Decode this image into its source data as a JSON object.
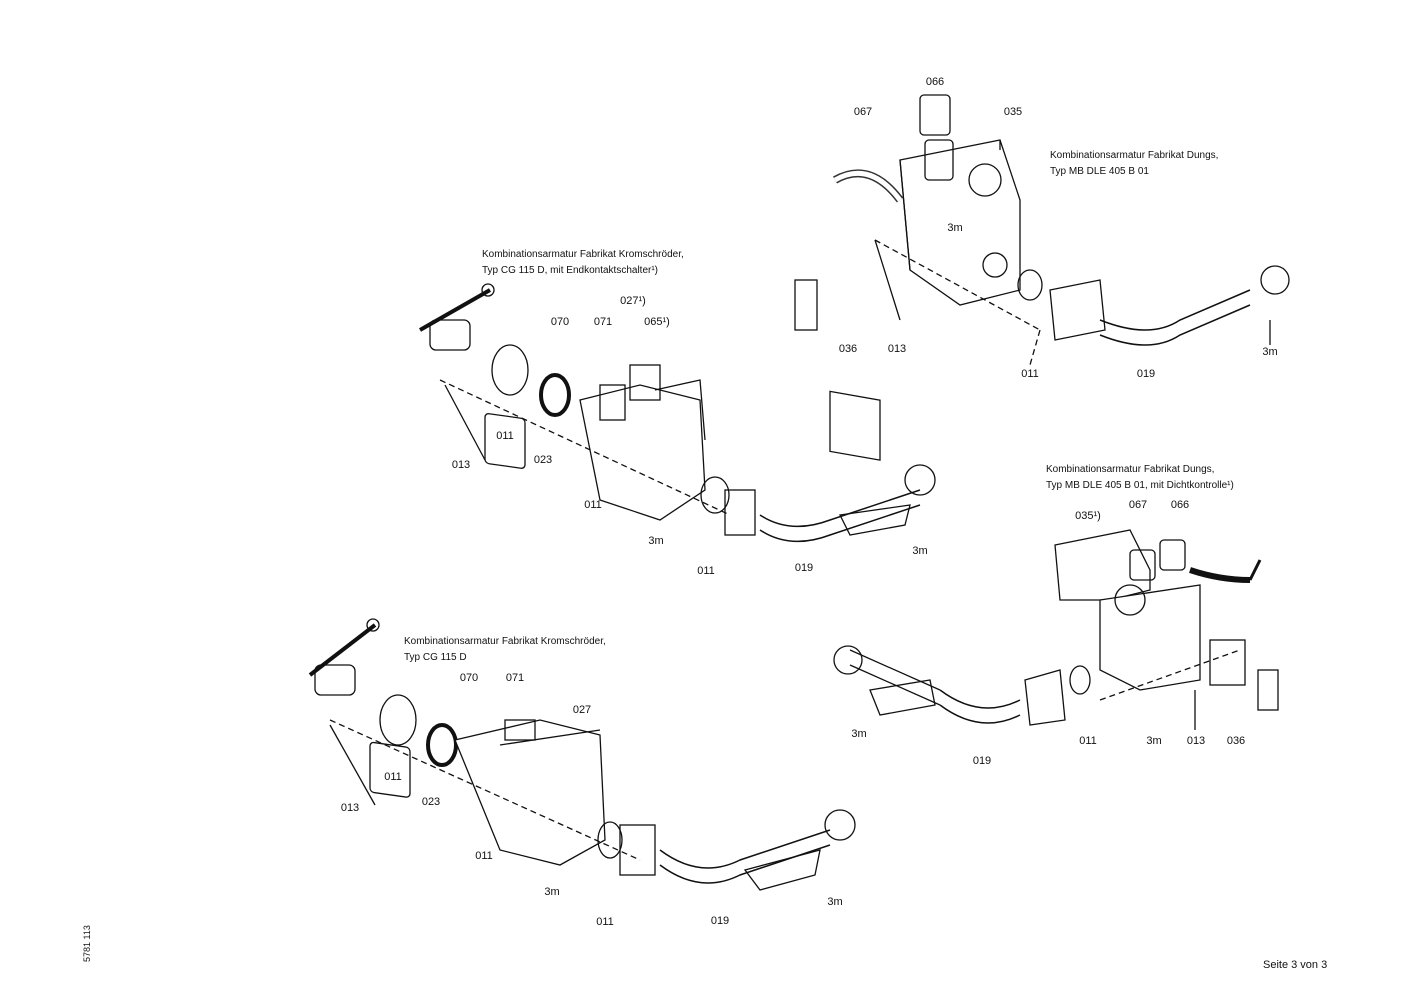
{
  "assemblies": [
    {
      "caption": [
        "Kombinationsarmatur Fabrikat Dungs,",
        "Typ MB DLE 405 B 01"
      ],
      "labels": [
        "066",
        "067",
        "035",
        "3m",
        "036",
        "013",
        "011",
        "019",
        "3m"
      ]
    },
    {
      "caption": [
        "Kombinationsarmatur Fabrikat Kromschröder,",
        "Typ CG 115 D, mit Endkontaktschalter¹)"
      ],
      "labels": [
        "027¹)",
        "070",
        "071",
        "065¹)",
        "011",
        "013",
        "023",
        "011",
        "3m",
        "011",
        "019",
        "3m"
      ]
    },
    {
      "caption": [
        "Kombinationsarmatur Fabrikat Dungs,",
        "Typ MB DLE 405 B 01, mit Dichtkontrolle¹)"
      ],
      "labels": [
        "035¹)",
        "067",
        "066",
        "3m",
        "011",
        "3m",
        "013",
        "036",
        "019"
      ]
    },
    {
      "caption": [
        "Kombinationsarmatur Fabrikat Kromschröder,",
        "Typ CG 115 D"
      ],
      "labels": [
        "070",
        "071",
        "027",
        "011",
        "013",
        "023",
        "011",
        "3m",
        "011",
        "019",
        "3m"
      ]
    }
  ],
  "footer": {
    "page": "Seite 3 von 3",
    "doc_number": "5781 113"
  }
}
